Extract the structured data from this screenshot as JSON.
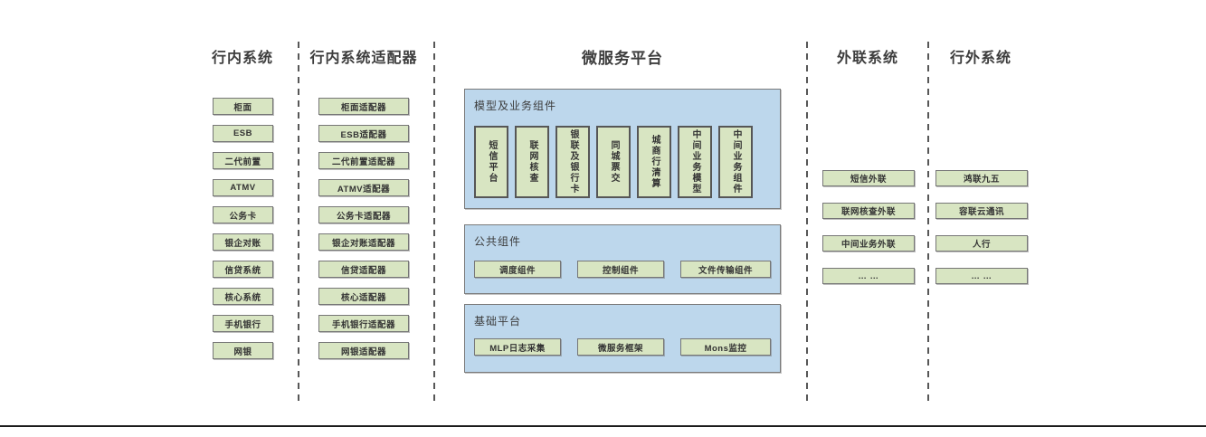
{
  "diagram": {
    "col_inbank": {
      "title": "行内系统",
      "items": [
        "柜面",
        "ESB",
        "二代前置",
        "ATMV",
        "公务卡",
        "银企对账",
        "信贷系统",
        "核心系统",
        "手机银行",
        "网银"
      ]
    },
    "col_adapters": {
      "title": "行内系统适配器",
      "items": [
        "柜面适配器",
        "ESB适配器",
        "二代前置适配器",
        "ATMV适配器",
        "公务卡适配器",
        "银企对账适配器",
        "信贷适配器",
        "核心适配器",
        "手机银行适配器",
        "网银适配器"
      ]
    },
    "platform": {
      "title": "微服务平台",
      "groups": [
        {
          "label": "模型及业务组件",
          "items": [
            "短信平台",
            "联网核查",
            "银联及银行卡",
            "同城票交",
            "城商行清算",
            "中间业务模型",
            "中间业务组件"
          ]
        },
        {
          "label": "公共组件",
          "items": [
            "调度组件",
            "控制组件",
            "文件传输组件"
          ]
        },
        {
          "label": "基础平台",
          "items": [
            "MLP日志采集",
            "微服务框架",
            "Mons监控"
          ]
        }
      ]
    },
    "col_external": {
      "title": "外联系统",
      "items": [
        "短信外联",
        "联网核查外联",
        "中间业务外联",
        "… …"
      ]
    },
    "col_outside": {
      "title": "行外系统",
      "items": [
        "鸿联九五",
        "容联云通讯",
        "人行",
        "… …"
      ]
    },
    "colors": {
      "box_green": "#d8e5c2",
      "panel_blue": "#bdd7ec",
      "box_border": "#767676",
      "dark_border": "#565656",
      "divider_gray": "#575757",
      "bottom_rule": "#1c1c1c",
      "text_dark": "#333333"
    }
  }
}
